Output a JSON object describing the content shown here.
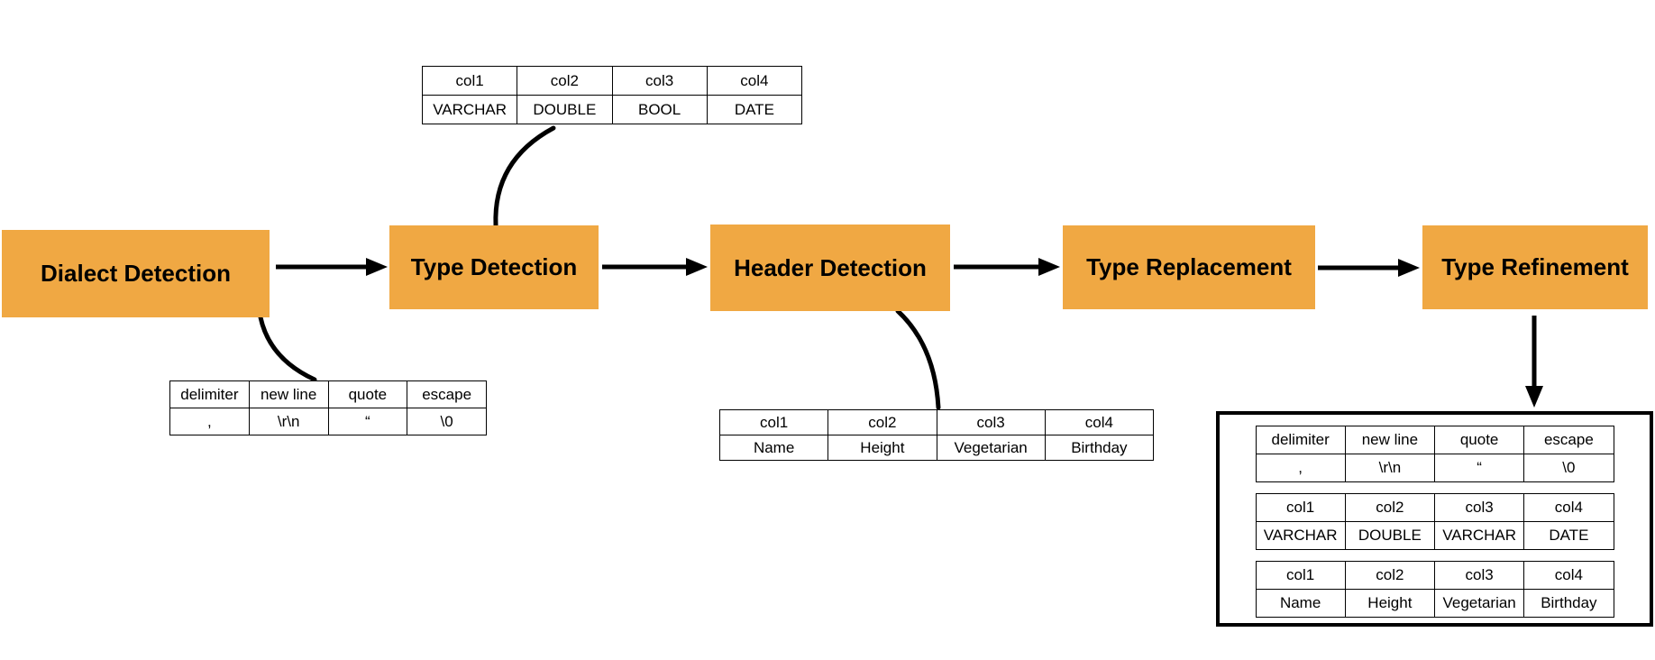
{
  "title": "CSV sniffer pipeline diagram",
  "colors": {
    "stage_fill": "#F0A843",
    "stage_text": "#000000",
    "line": "#000000",
    "table_border": "#000000",
    "background": "#FFFFFF"
  },
  "stages": [
    {
      "label": "Dialect Detection"
    },
    {
      "label": "Type Detection"
    },
    {
      "label": "Header Detection"
    },
    {
      "label": "Type Replacement"
    },
    {
      "label": "Type Refinement"
    }
  ],
  "tables": {
    "detected_types": {
      "headers": [
        "col1",
        "col2",
        "col3",
        "col4"
      ],
      "values": [
        "VARCHAR",
        "DOUBLE",
        "BOOL",
        "DATE"
      ]
    },
    "detected_dialect": {
      "headers": [
        "delimiter",
        "new line",
        "quote",
        "escape"
      ],
      "values": [
        ",",
        "\\r\\n",
        "“",
        "\\0"
      ]
    },
    "detected_headers": {
      "headers": [
        "col1",
        "col2",
        "col3",
        "col4"
      ],
      "values": [
        "Name",
        "Height",
        "Vegetarian",
        "Birthday"
      ]
    },
    "final_result": {
      "dialect": {
        "headers": [
          "delimiter",
          "new line",
          "quote",
          "escape"
        ],
        "values": [
          ",",
          "\\r\\n",
          "“",
          "\\0"
        ]
      },
      "types": {
        "headers": [
          "col1",
          "col2",
          "col3",
          "col4"
        ],
        "values": [
          "VARCHAR",
          "DOUBLE",
          "VARCHAR",
          "DATE"
        ]
      },
      "headers": {
        "headers": [
          "col1",
          "col2",
          "col3",
          "col4"
        ],
        "values": [
          "Name",
          "Height",
          "Vegetarian",
          "Birthday"
        ]
      }
    }
  }
}
